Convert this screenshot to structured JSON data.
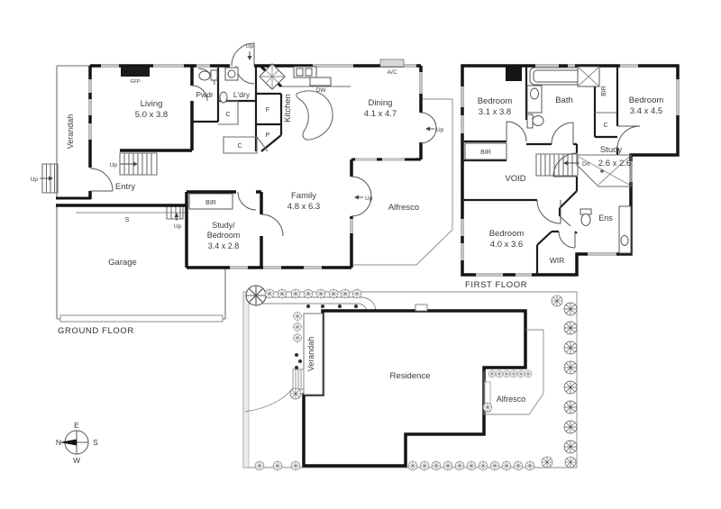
{
  "colors": {
    "wall": "#141414",
    "window": "#c6c6c6",
    "thin_line": "#6e6e6e"
  },
  "ground": {
    "title": "GROUND FLOOR",
    "verandah": "Verandah",
    "living": "Living",
    "living_dims": "5.0 x 3.8",
    "gfp": "GFP",
    "pwdr": "Pwdr",
    "ldry": "L'dry",
    "c_hall": "C",
    "c_bench": "C",
    "fridge": "F",
    "pantry": "P",
    "kitchen": "Kitchen",
    "dw": "DW",
    "dining": "Dining",
    "dining_dims": "4.1 x 4.7",
    "ac": "A/C",
    "family": "Family",
    "family_dims": "4.8 x 6.3",
    "alfresco": "Alfresco",
    "entry": "Entry",
    "step": "S",
    "bir": "BIR",
    "study1": "Study/",
    "study2": "Bedroom",
    "study_dims": "3.4 x 2.8",
    "garage": "Garage",
    "up_back": "Up",
    "up_verandah": "Up",
    "up_stairs": "Up",
    "up_step": "Up",
    "up_family": "Up",
    "up_dining": "Up"
  },
  "first": {
    "title": "FIRST FLOOR",
    "bedroom1": "Bedroom",
    "bedroom1_dims": "3.1 x 3.8",
    "bath": "Bath",
    "bir_robe": "BIR",
    "bir_hall": "BIR",
    "c": "C",
    "bedroom2": "Bedroom",
    "bedroom2_dims": "3.4 x 4.5",
    "study": "Study",
    "study_dims": "2.6 x 2.6",
    "dn": "Dn",
    "void": "VOID",
    "bedroom3": "Bedroom",
    "bedroom3_dims": "4.0 x 3.6",
    "wir": "WIR",
    "ens": "Ens"
  },
  "site": {
    "residence": "Residence",
    "verandah": "Verandah",
    "alfresco": "Alfresco"
  },
  "compass": {
    "n": "N",
    "e": "E",
    "s": "S",
    "w": "W"
  }
}
